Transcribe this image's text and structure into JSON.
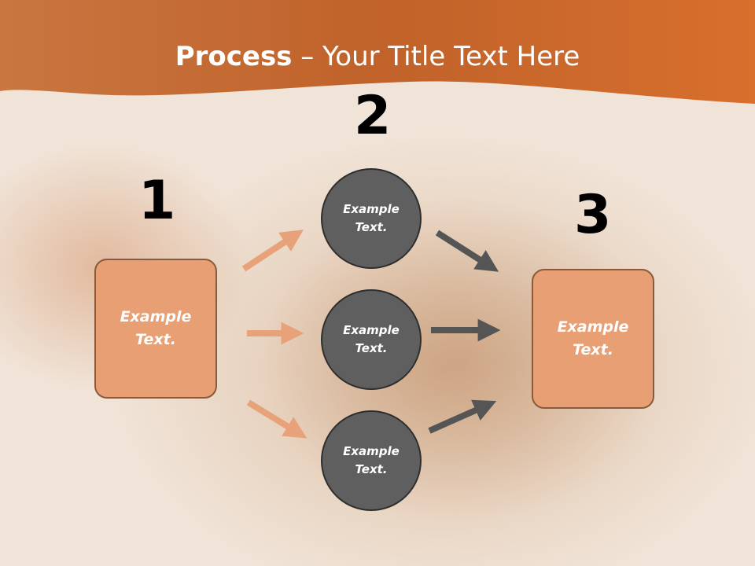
{
  "title": {
    "bold": "Process",
    "rest": " – Your Title Text Here"
  },
  "colors": {
    "header": "#d9733a",
    "box_fill": "#e79f73",
    "circle_fill": "#5f5f5f",
    "orange_arrow": "#e7a27a",
    "gray_arrow": "#555555"
  },
  "steps": [
    {
      "number": "1",
      "text": "Example Text."
    },
    {
      "number": "2",
      "items": [
        "Example Text.",
        "Example Text.",
        "Example Text."
      ]
    },
    {
      "number": "3",
      "text": "Example Text."
    }
  ]
}
